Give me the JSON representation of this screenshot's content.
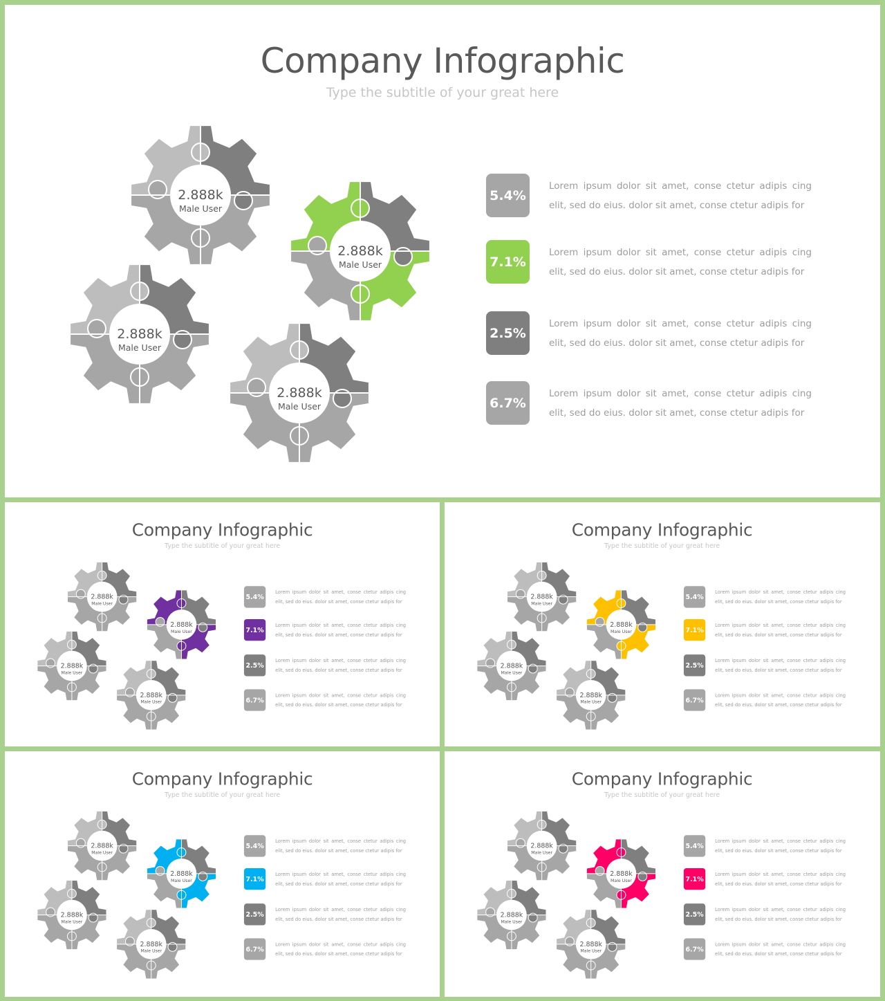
{
  "colors": {
    "frame": "#a9d18e",
    "gear_light": "#bdbdbd",
    "gear_mid": "#a6a6a6",
    "gear_dark": "#7f7f7f",
    "badge_light": "#a6a6a6",
    "badge_dark": "#7f7f7f"
  },
  "slides": [
    {
      "title": "Company Infographic",
      "subtitle": "Type the subtitle of your great here",
      "accent": "#92d050",
      "gears": [
        {
          "value": "2.888k",
          "label": "Male User"
        },
        {
          "value": "2.888k",
          "label": "Male User"
        },
        {
          "value": "2.888k",
          "label": "Male User"
        },
        {
          "value": "2.888k",
          "label": "Male User"
        }
      ],
      "stats": [
        {
          "value": "5.4%",
          "text": "Lorem ipsum dolor sit amet, conse ctetur adipis cing elit, sed do eius. dolor sit amet, conse ctetur adipis for"
        },
        {
          "value": "7.1%",
          "text": "Lorem ipsum dolor sit amet, conse ctetur adipis cing elit, sed do eius. dolor sit amet, conse ctetur adipis for"
        },
        {
          "value": "2.5%",
          "text": "Lorem ipsum dolor sit amet, conse ctetur adipis cing elit, sed do eius. dolor sit amet, conse ctetur adipis for"
        },
        {
          "value": "6.7%",
          "text": "Lorem ipsum dolor sit amet, conse ctetur adipis cing elit, sed do eius. dolor sit amet, conse ctetur adipis for"
        }
      ]
    },
    {
      "title": "Company Infographic",
      "subtitle": "Type the subtitle of your great here",
      "accent": "#7030a0",
      "gears": [
        {
          "value": "2.888k",
          "label": "Male User"
        },
        {
          "value": "2.888k",
          "label": "Male User"
        },
        {
          "value": "2.888k",
          "label": "Male User"
        },
        {
          "value": "2.888k",
          "label": "Male User"
        }
      ],
      "stats": [
        {
          "value": "5.4%",
          "text": "Lorem ipsum dolor sit amet, conse ctetur adipis cing elit, sed do eius. dolor sit amet, conse ctetur adipis for"
        },
        {
          "value": "7.1%",
          "text": "Lorem ipsum dolor sit amet, conse ctetur adipis cing elit, sed do eius. dolor sit amet, conse ctetur adipis for"
        },
        {
          "value": "2.5%",
          "text": "Lorem ipsum dolor sit amet, conse ctetur adipis cing elit, sed do eius. dolor sit amet, conse ctetur adipis for"
        },
        {
          "value": "6.7%",
          "text": "Lorem ipsum dolor sit amet, conse ctetur adipis cing elit, sed do eius. dolor sit amet, conse ctetur adipis for"
        }
      ]
    },
    {
      "title": "Company Infographic",
      "subtitle": "Type the subtitle of your great here",
      "accent": "#ffc000",
      "gears": [
        {
          "value": "2.888k",
          "label": "Male User"
        },
        {
          "value": "2.888k",
          "label": "Male User"
        },
        {
          "value": "2.888k",
          "label": "Male User"
        },
        {
          "value": "2.888k",
          "label": "Male User"
        }
      ],
      "stats": [
        {
          "value": "5.4%",
          "text": "Lorem ipsum dolor sit amet, conse ctetur adipis cing elit, sed do eius. dolor sit amet, conse ctetur adipis for"
        },
        {
          "value": "7.1%",
          "text": "Lorem ipsum dolor sit amet, conse ctetur adipis cing elit, sed do eius. dolor sit amet, conse ctetur adipis for"
        },
        {
          "value": "2.5%",
          "text": "Lorem ipsum dolor sit amet, conse ctetur adipis cing elit, sed do eius. dolor sit amet, conse ctetur adipis for"
        },
        {
          "value": "6.7%",
          "text": "Lorem ipsum dolor sit amet, conse ctetur adipis cing elit, sed do eius. dolor sit amet, conse ctetur adipis for"
        }
      ]
    },
    {
      "title": "Company Infographic",
      "subtitle": "Type the subtitle of your great here",
      "accent": "#00b0f0",
      "gears": [
        {
          "value": "2.888k",
          "label": "Male User"
        },
        {
          "value": "2.888k",
          "label": "Male User"
        },
        {
          "value": "2.888k",
          "label": "Male User"
        },
        {
          "value": "2.888k",
          "label": "Male User"
        }
      ],
      "stats": [
        {
          "value": "5.4%",
          "text": "Lorem ipsum dolor sit amet, conse ctetur adipis cing elit, sed do eius. dolor sit amet, conse ctetur adipis for"
        },
        {
          "value": "7.1%",
          "text": "Lorem ipsum dolor sit amet, conse ctetur adipis cing elit, sed do eius. dolor sit amet, conse ctetur adipis for"
        },
        {
          "value": "2.5%",
          "text": "Lorem ipsum dolor sit amet, conse ctetur adipis cing elit, sed do eius. dolor sit amet, conse ctetur adipis for"
        },
        {
          "value": "6.7%",
          "text": "Lorem ipsum dolor sit amet, conse ctetur adipis cing elit, sed do eius. dolor sit amet, conse ctetur adipis for"
        }
      ]
    },
    {
      "title": "Company Infographic",
      "subtitle": "Type the subtitle of your great here",
      "accent": "#ff0066",
      "gears": [
        {
          "value": "2.888k",
          "label": "Male User"
        },
        {
          "value": "2.888k",
          "label": "Male User"
        },
        {
          "value": "2.888k",
          "label": "Male User"
        },
        {
          "value": "2.888k",
          "label": "Male User"
        }
      ],
      "stats": [
        {
          "value": "5.4%",
          "text": "Lorem ipsum dolor sit amet, conse ctetur adipis cing elit, sed do eius. dolor sit amet, conse ctetur adipis for"
        },
        {
          "value": "7.1%",
          "text": "Lorem ipsum dolor sit amet, conse ctetur adipis cing elit, sed do eius. dolor sit amet, conse ctetur adipis for"
        },
        {
          "value": "2.5%",
          "text": "Lorem ipsum dolor sit amet, conse ctetur adipis cing elit, sed do eius. dolor sit amet, conse ctetur adipis for"
        },
        {
          "value": "6.7%",
          "text": "Lorem ipsum dolor sit amet, conse ctetur adipis cing elit, sed do eius. dolor sit amet, conse ctetur adipis for"
        }
      ]
    }
  ]
}
